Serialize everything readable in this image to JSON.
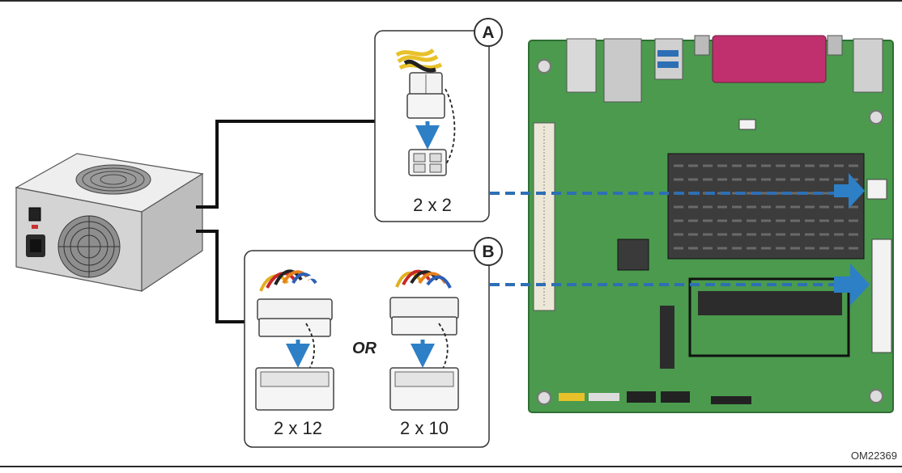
{
  "diagram": {
    "callouts": [
      {
        "letter": "A",
        "connector_label": "2 x 2"
      },
      {
        "letter": "B",
        "connector_labels": [
          "2 x 12",
          "2 x 10"
        ],
        "separator": "OR"
      }
    ],
    "figure_id": "OM22369",
    "colors": {
      "board_green": "#4b9a4e",
      "board_edge": "#2f6e33",
      "arrow_blue": "#2d7fc6",
      "dash_blue": "#2d6fb5",
      "cable_black": "#111111",
      "psu_gray": "#d6d6d6",
      "heatsink": "#3c3c3c",
      "parallel_port": "#c0306e"
    },
    "icons": [
      "power-supply-icon",
      "motherboard-icon",
      "atx-connector-icon",
      "arrow-icon"
    ]
  }
}
